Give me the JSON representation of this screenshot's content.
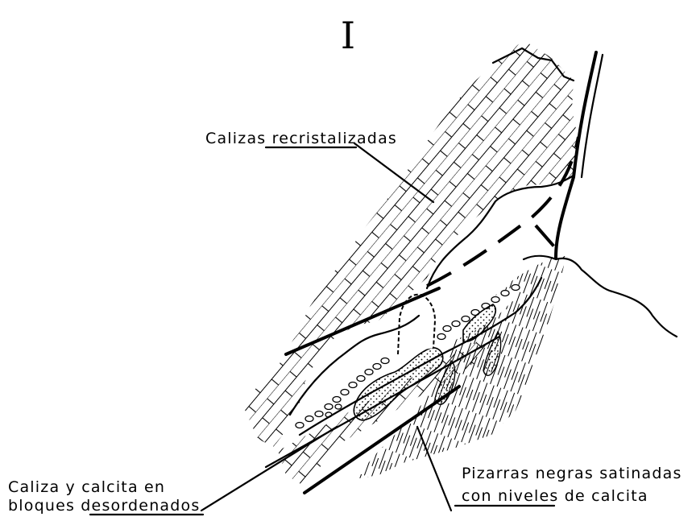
{
  "figure": {
    "number": "I",
    "labels": {
      "calizas": "Calizas recristalizadas",
      "caliza_line1": "Caliza y calcita en",
      "caliza_line2": "bloques desordenados",
      "pizarras_line1": "Pizarras negras satinadas",
      "pizarras_line2": "con niveles de calcita"
    },
    "colors": {
      "ink": "#000000",
      "paper": "#ffffff"
    }
  }
}
